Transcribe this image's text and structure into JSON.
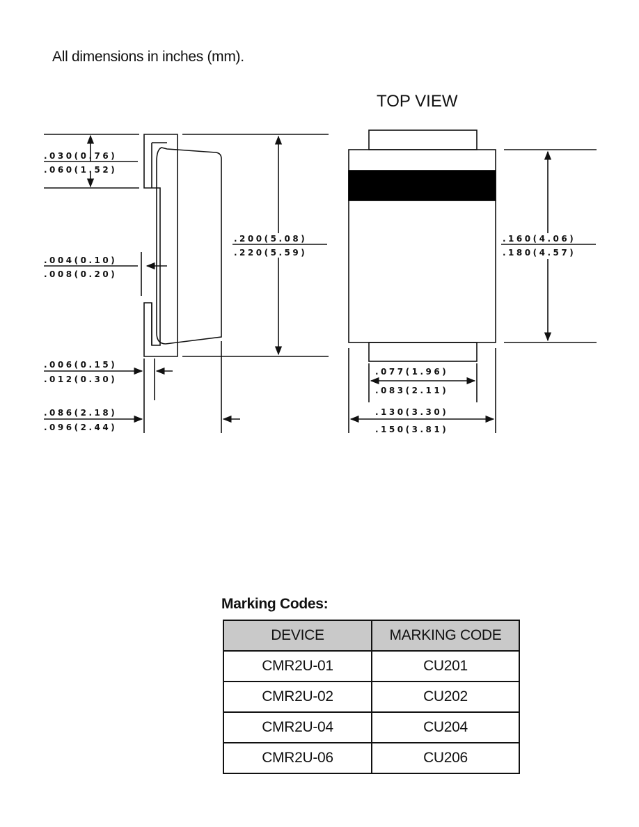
{
  "heading": "All dimensions in inches (mm).",
  "top_view_title": "TOP VIEW",
  "side_dimensions": {
    "lead_length_min": ".030(0.76)",
    "lead_length_max": ".060(1.52)",
    "lead_thick_min": ".004(0.10)",
    "lead_thick_max": ".008(0.20)",
    "standoff_min": ".006(0.15)",
    "standoff_max": ".012(0.30)",
    "height_min": ".086(2.18)",
    "height_max": ".096(2.44)",
    "overall_len_min": ".200(5.08)",
    "overall_len_max": ".220(5.59)"
  },
  "top_dimensions": {
    "body_len_min": ".160(4.06)",
    "body_len_max": ".180(4.57)",
    "lead_w_min": ".077(1.96)",
    "lead_w_max": ".083(2.11)",
    "body_w_min": ".130(3.30)",
    "body_w_max": ".150(3.81)"
  },
  "marking_title": "Marking Codes:",
  "table": {
    "headers": [
      "DEVICE",
      "MARKING CODE"
    ],
    "rows": [
      [
        "CMR2U-01",
        "CU201"
      ],
      [
        "CMR2U-02",
        "CU202"
      ],
      [
        "CMR2U-04",
        "CU204"
      ],
      [
        "CMR2U-06",
        "CU206"
      ]
    ]
  }
}
